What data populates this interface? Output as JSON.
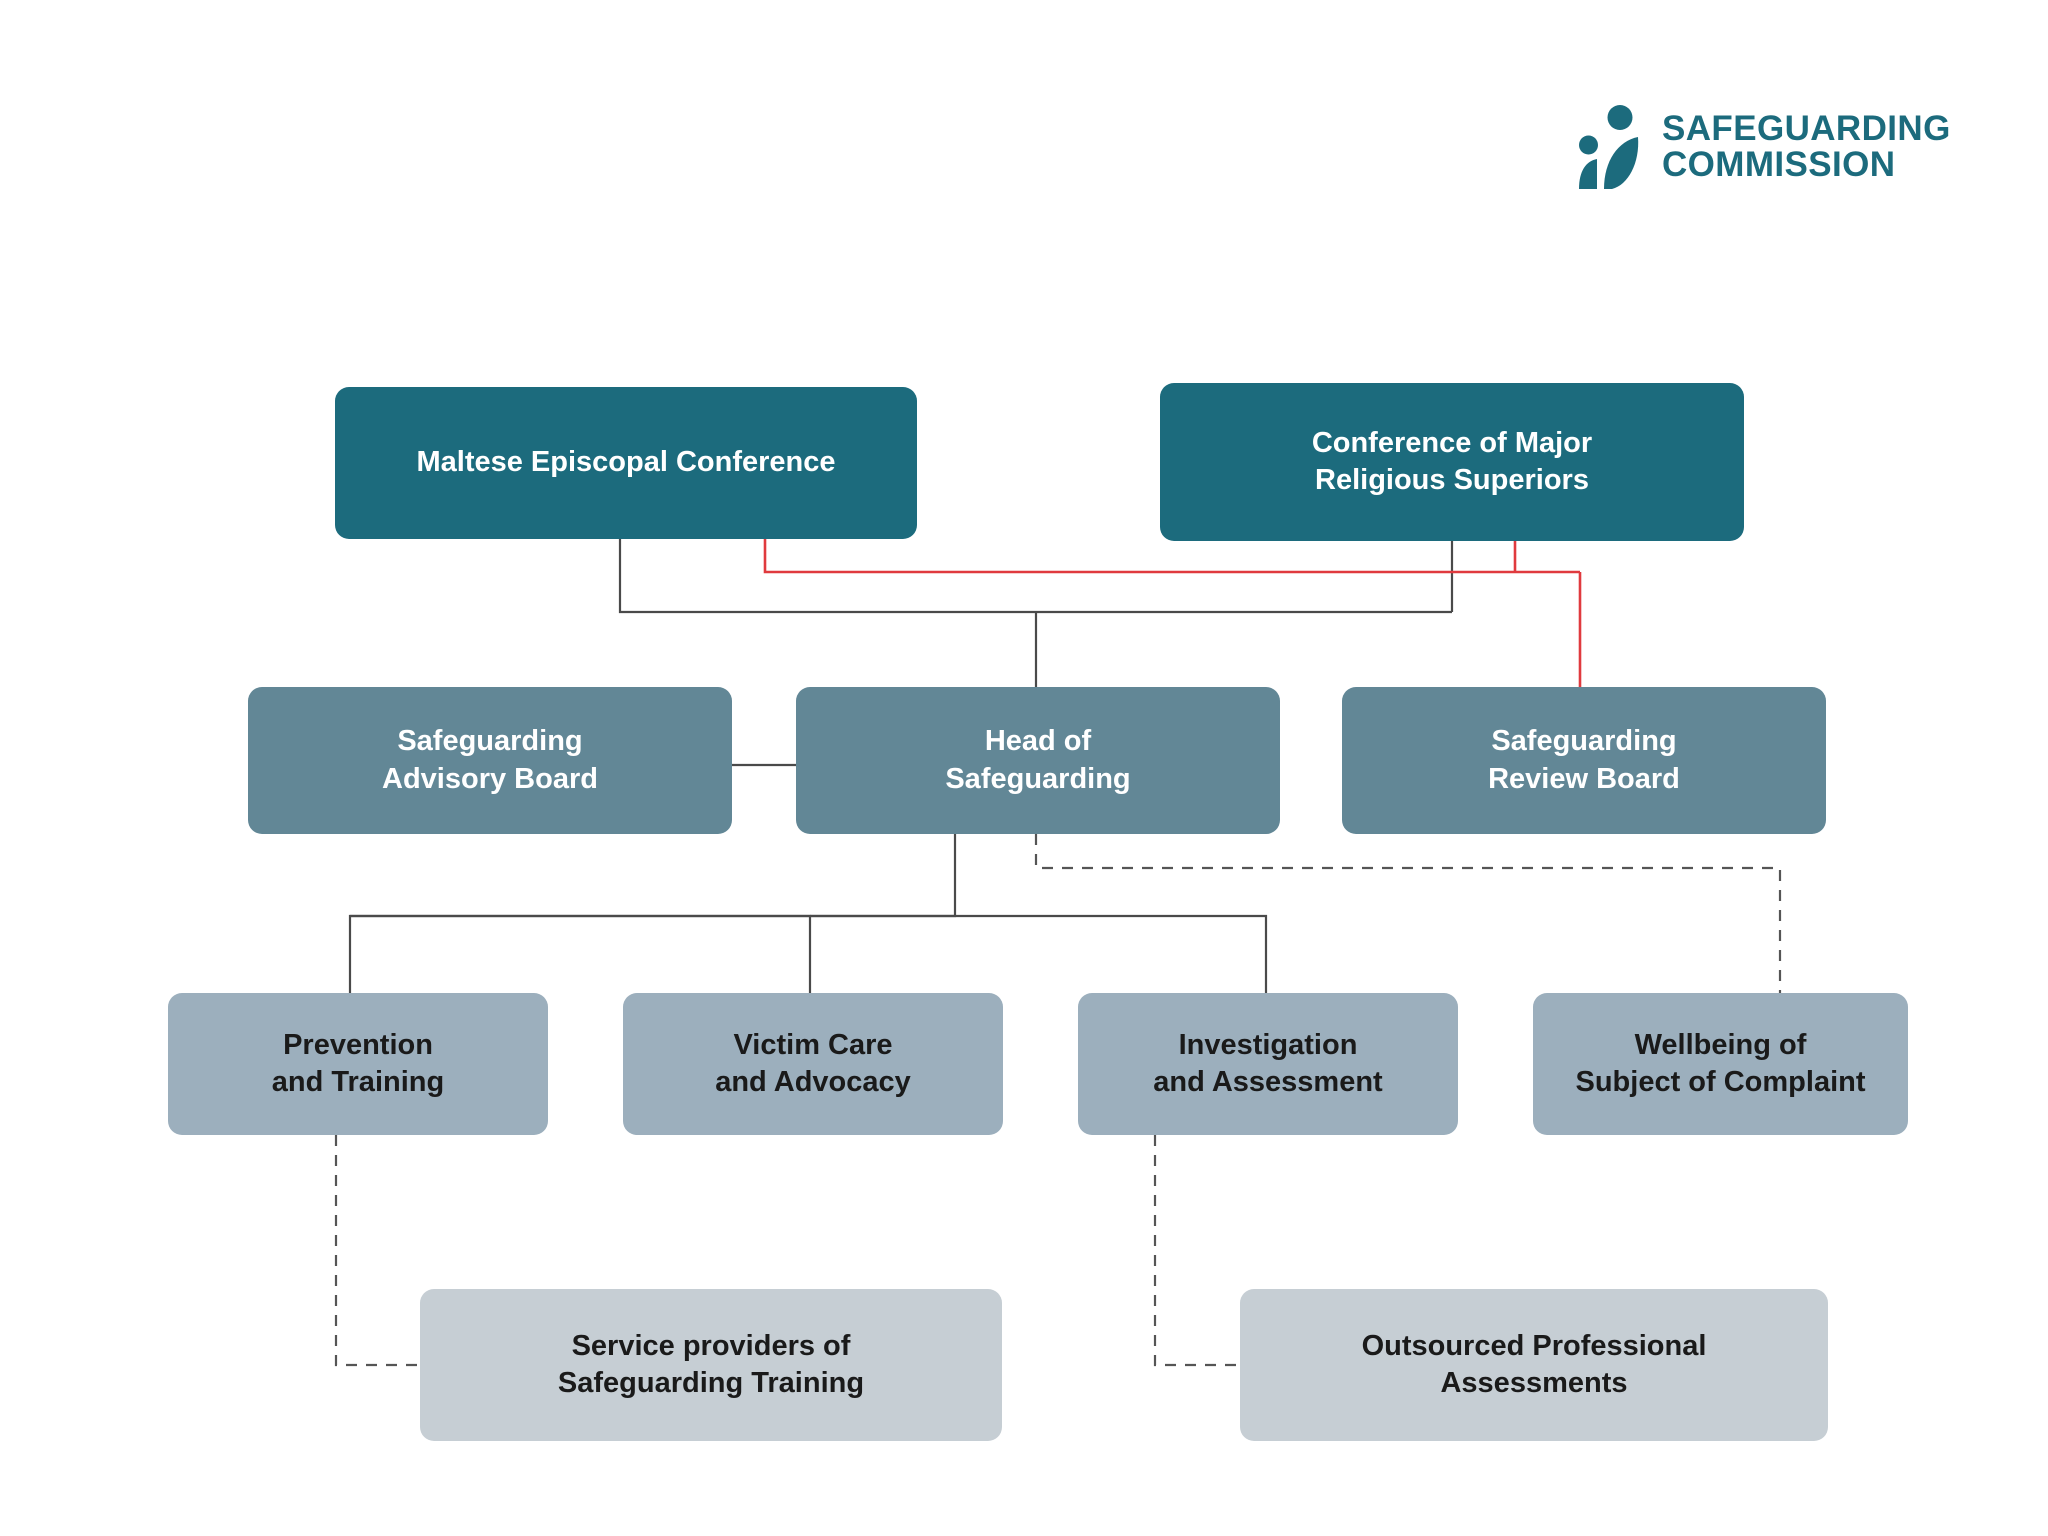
{
  "brand": {
    "logo_icon": "safeguarding-figures-leaf-icon",
    "line1": "SAFEGUARDING",
    "line2": "COMMISSION",
    "color": "#1C6B7D"
  },
  "palette": {
    "level1_box": "#1C6B7D",
    "level2_box": "#628796",
    "level3_box": "#9CAFBD",
    "level4_box": "#C6CED4",
    "solid_connector": "#4A4A4A",
    "dashed_connector": "#555555",
    "accent_connector": "#E03A3E",
    "page_background": "#FFFFFF"
  },
  "chart_data": {
    "type": "org-chart",
    "title": "Safeguarding Commission organisational structure",
    "levels": [
      {
        "level": 1,
        "nodes": [
          {
            "id": "mec",
            "label": "Maltese Episcopal Conference"
          },
          {
            "id": "cmrs",
            "label": "Conference of Major\nReligious Superiors"
          }
        ]
      },
      {
        "level": 2,
        "nodes": [
          {
            "id": "sab",
            "label": "Safeguarding\nAdvisory Board"
          },
          {
            "id": "hos",
            "label": "Head of\nSafeguarding"
          },
          {
            "id": "srb",
            "label": "Safeguarding\nReview Board"
          }
        ]
      },
      {
        "level": 3,
        "nodes": [
          {
            "id": "prev",
            "label": "Prevention\nand Training"
          },
          {
            "id": "victim",
            "label": "Victim Care\nand Advocacy"
          },
          {
            "id": "invest",
            "label": "Investigation\nand Assessment"
          },
          {
            "id": "wellbeing",
            "label": "Wellbeing of\nSubject of Complaint"
          }
        ]
      },
      {
        "level": 4,
        "nodes": [
          {
            "id": "providers",
            "label": "Service providers of\nSafeguarding Training"
          },
          {
            "id": "outsourced",
            "label": "Outsourced Professional\nAssessments"
          }
        ]
      }
    ],
    "edges": [
      {
        "from": "mec",
        "to": "hos",
        "style": "solid",
        "color": "#4A4A4A"
      },
      {
        "from": "cmrs",
        "to": "hos",
        "style": "solid",
        "color": "#4A4A4A"
      },
      {
        "from": "mec",
        "to": "srb",
        "style": "solid",
        "color": "#E03A3E"
      },
      {
        "from": "cmrs",
        "to": "srb",
        "style": "solid",
        "color": "#E03A3E"
      },
      {
        "from": "sab",
        "to": "hos",
        "style": "solid",
        "color": "#4A4A4A"
      },
      {
        "from": "hos",
        "to": "prev",
        "style": "solid",
        "color": "#4A4A4A"
      },
      {
        "from": "hos",
        "to": "victim",
        "style": "solid",
        "color": "#4A4A4A"
      },
      {
        "from": "hos",
        "to": "invest",
        "style": "solid",
        "color": "#4A4A4A"
      },
      {
        "from": "hos",
        "to": "wellbeing",
        "style": "dashed",
        "color": "#555555"
      },
      {
        "from": "prev",
        "to": "providers",
        "style": "dashed",
        "color": "#555555"
      },
      {
        "from": "invest",
        "to": "outsourced",
        "style": "dashed",
        "color": "#555555"
      }
    ]
  }
}
